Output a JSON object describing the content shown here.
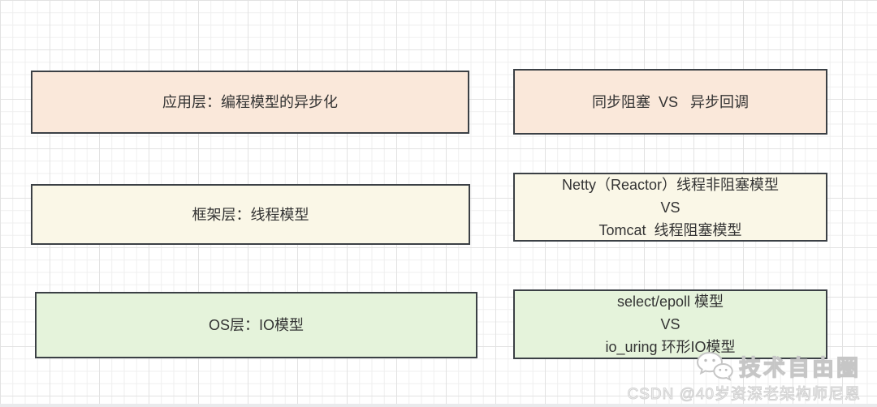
{
  "colors": {
    "peach": "#fae8da",
    "cream": "#faf7e7",
    "green": "#e5f3db",
    "border": "#3b4045",
    "text": "#333333",
    "grid_minor": "#efefef",
    "grid_major": "#e2e2e2"
  },
  "boxes": [
    {
      "id": "app-layer",
      "fill": "peach",
      "label": "应用层：编程模型的异步化"
    },
    {
      "id": "sync-vs-callback",
      "fill": "peach",
      "label": "同步阻塞  VS   异步回调"
    },
    {
      "id": "framework-layer",
      "fill": "cream",
      "label": "框架层：线程模型"
    },
    {
      "id": "netty-vs-tomcat",
      "fill": "cream",
      "lines": [
        "Netty（Reactor）线程非阻塞模型",
        "VS",
        "Tomcat  线程阻塞模型"
      ]
    },
    {
      "id": "os-layer",
      "fill": "green",
      "label": "OS层：IO模型"
    },
    {
      "id": "select-vs-iouring",
      "fill": "green",
      "lines": [
        "select/epoll 模型",
        "VS",
        "io_uring 环形IO模型"
      ]
    }
  ],
  "watermark": {
    "icon": "wechat-bubbles-icon",
    "title": "技术自由圈",
    "subtitle": "CSDN @40岁资深老架构师尼恩"
  }
}
